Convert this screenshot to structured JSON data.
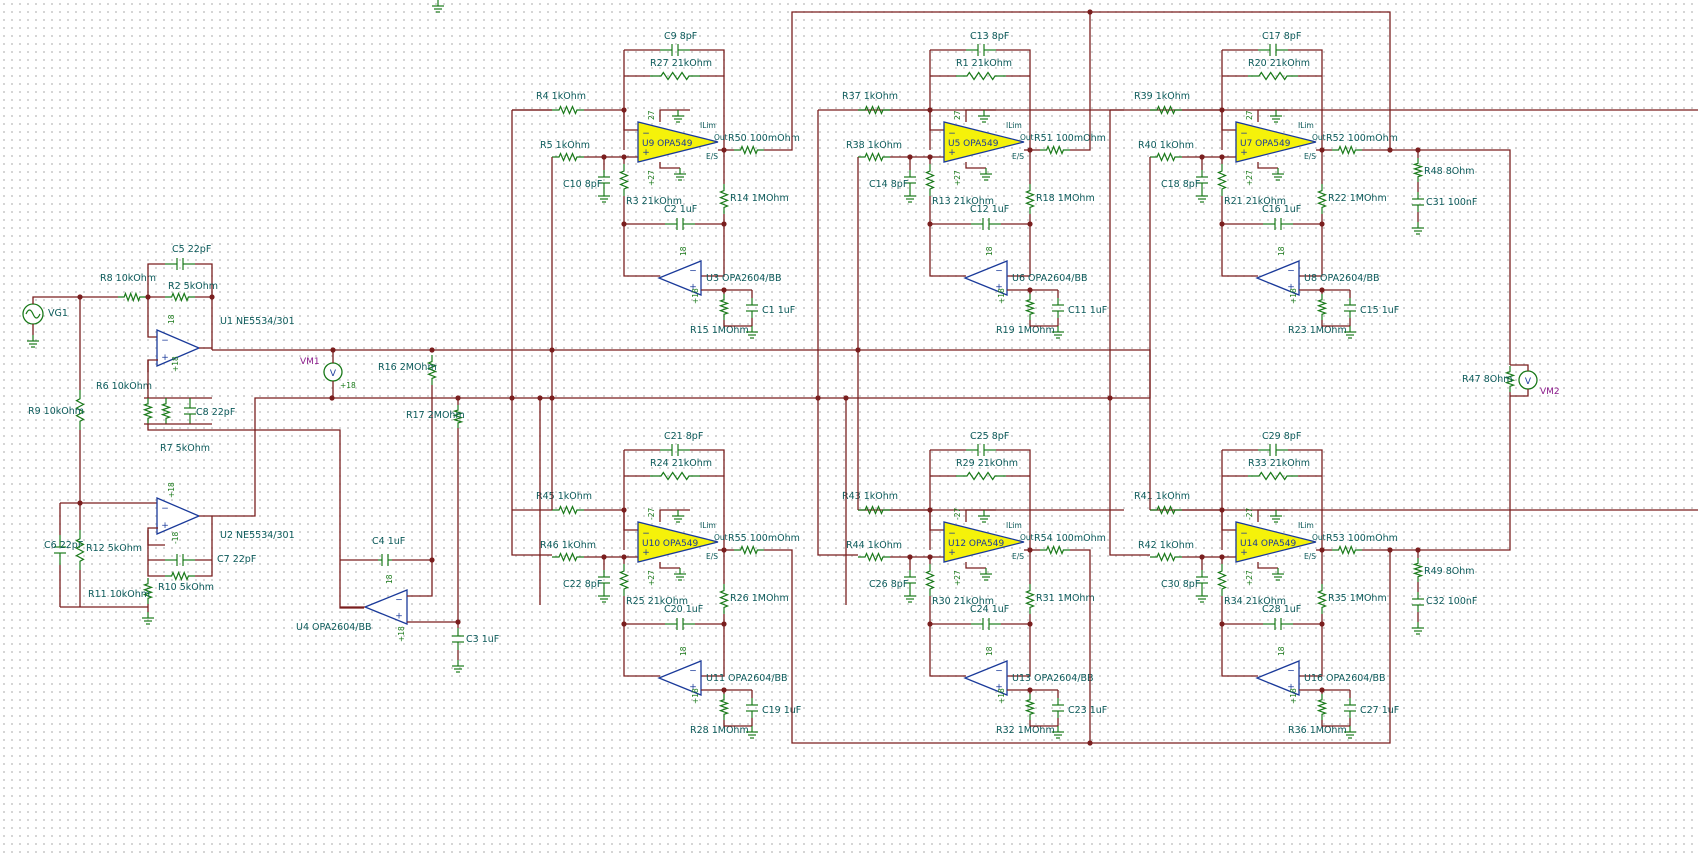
{
  "components": {
    "VG1": "VG1",
    "VM1": "VM1",
    "VM2": "VM2",
    "U1": "U1 NE5534/301",
    "U2": "U2 NE5534/301",
    "U4": "U4 OPA2604/BB",
    "U9": "U9 OPA549",
    "U3": "U3 OPA2604/BB",
    "U5": "U5 OPA549",
    "U6": "U6 OPA2604/BB",
    "U7": "U7 OPA549",
    "U8": "U8 OPA2604/BB",
    "U10": "U10 OPA549",
    "U11": "U11 OPA2604/BB",
    "U12": "U12 OPA549",
    "U13": "U13 OPA2604/BB",
    "U14": "U14 OPA549",
    "U16": "U16 OPA2604/BB",
    "R8": "R8 10kOhm",
    "R2": "R2 5kOhm",
    "C5": "C5 22pF",
    "R9": "R9 10kOhm",
    "R6": "R6 10kOhm",
    "C8": "C8 22pF",
    "R7": "R7 5kOhm",
    "C6": "C6 22pF",
    "R12": "R12 5kOhm",
    "R11": "R11 10kOhm",
    "C7": "C7 22pF",
    "R10": "R10 5kOhm",
    "R16": "R16 2MOhm",
    "R17": "R17 2MOhm",
    "C4": "C4 1uF",
    "C3": "C3 1uF",
    "C9": "C9 8pF",
    "R27": "R27 21kOhm",
    "R4": "R4 1kOhm",
    "R5": "R5 1kOhm",
    "C10": "C10 8pF",
    "R3": "R3 21kOhm",
    "C2": "C2 1uF",
    "R50": "R50 100mOhm",
    "R14": "R14 1MOhm",
    "R15": "R15 1MOhm",
    "C1": "C1 1uF",
    "C13": "C13 8pF",
    "R1": "R1 21kOhm",
    "R37": "R37 1kOhm",
    "R38": "R38 1kOhm",
    "C14": "C14 8pF",
    "R13": "R13 21kOhm",
    "C12": "C12 1uF",
    "R51": "R51 100mOhm",
    "R18": "R18 1MOhm",
    "R19": "R19 1MOhm",
    "C11": "C11 1uF",
    "C17": "C17 8pF",
    "R20": "R20 21kOhm",
    "R39": "R39 1kOhm",
    "R40": "R40 1kOhm",
    "C18": "C18 8pF",
    "R21": "R21 21kOhm",
    "C16": "C16 1uF",
    "R52": "R52 100mOhm",
    "R22": "R22 1MOhm",
    "R23": "R23 1MOhm",
    "C15": "C15 1uF",
    "R48": "R48 8Ohm",
    "C31": "C31 100nF",
    "R47": "R47 8Ohm",
    "C21": "C21 8pF",
    "R24": "R24 21kOhm",
    "R45": "R45 1kOhm",
    "R46": "R46 1kOhm",
    "C22": "C22 8pF",
    "R25": "R25 21kOhm",
    "C20": "C20 1uF",
    "R55": "R55 100mOhm",
    "R26": "R26 1MOhm",
    "R28": "R28 1MOhm",
    "C19": "C19 1uF",
    "C25": "C25 8pF",
    "R29": "R29 21kOhm",
    "R43": "R43 1kOhm",
    "R44": "R44 1kOhm",
    "C26": "C26 8pF",
    "R30": "R30 21kOhm",
    "C24": "C24 1uF",
    "R54": "R54 100mOhm",
    "R31": "R31 1MOhm",
    "R32": "R32 1MOhm",
    "C23": "C23 1uF",
    "C29": "C29 8pF",
    "R33": "R33 21kOhm",
    "R41": "R41 1kOhm",
    "R42": "R42 1kOhm",
    "C30": "C30 8pF",
    "R34": "R34 21kOhm",
    "C28": "C28 1uF",
    "R53": "R53 100mOhm",
    "R35": "R35 1MOhm",
    "R36": "R36 1MOhm",
    "C27": "C27 1uF",
    "R49": "R49 8Ohm",
    "C32": "C32 100nF"
  },
  "pins": {
    "p18": "18",
    "p_18": "-18",
    "pp18": "+18",
    "p27": "27",
    "p_27": "-27",
    "pp27": "+27",
    "ilim": "ILim",
    "out": "Out",
    "es": "E/S",
    "meter": "V"
  },
  "colors": {
    "wire": "#7a1f1f",
    "component": "#1a7a1a",
    "label": "#0b5a5a",
    "opamp_power": "#f5f20a",
    "opamp_outline": "#1a3a9a",
    "meter_label": "#8a1a8a"
  }
}
